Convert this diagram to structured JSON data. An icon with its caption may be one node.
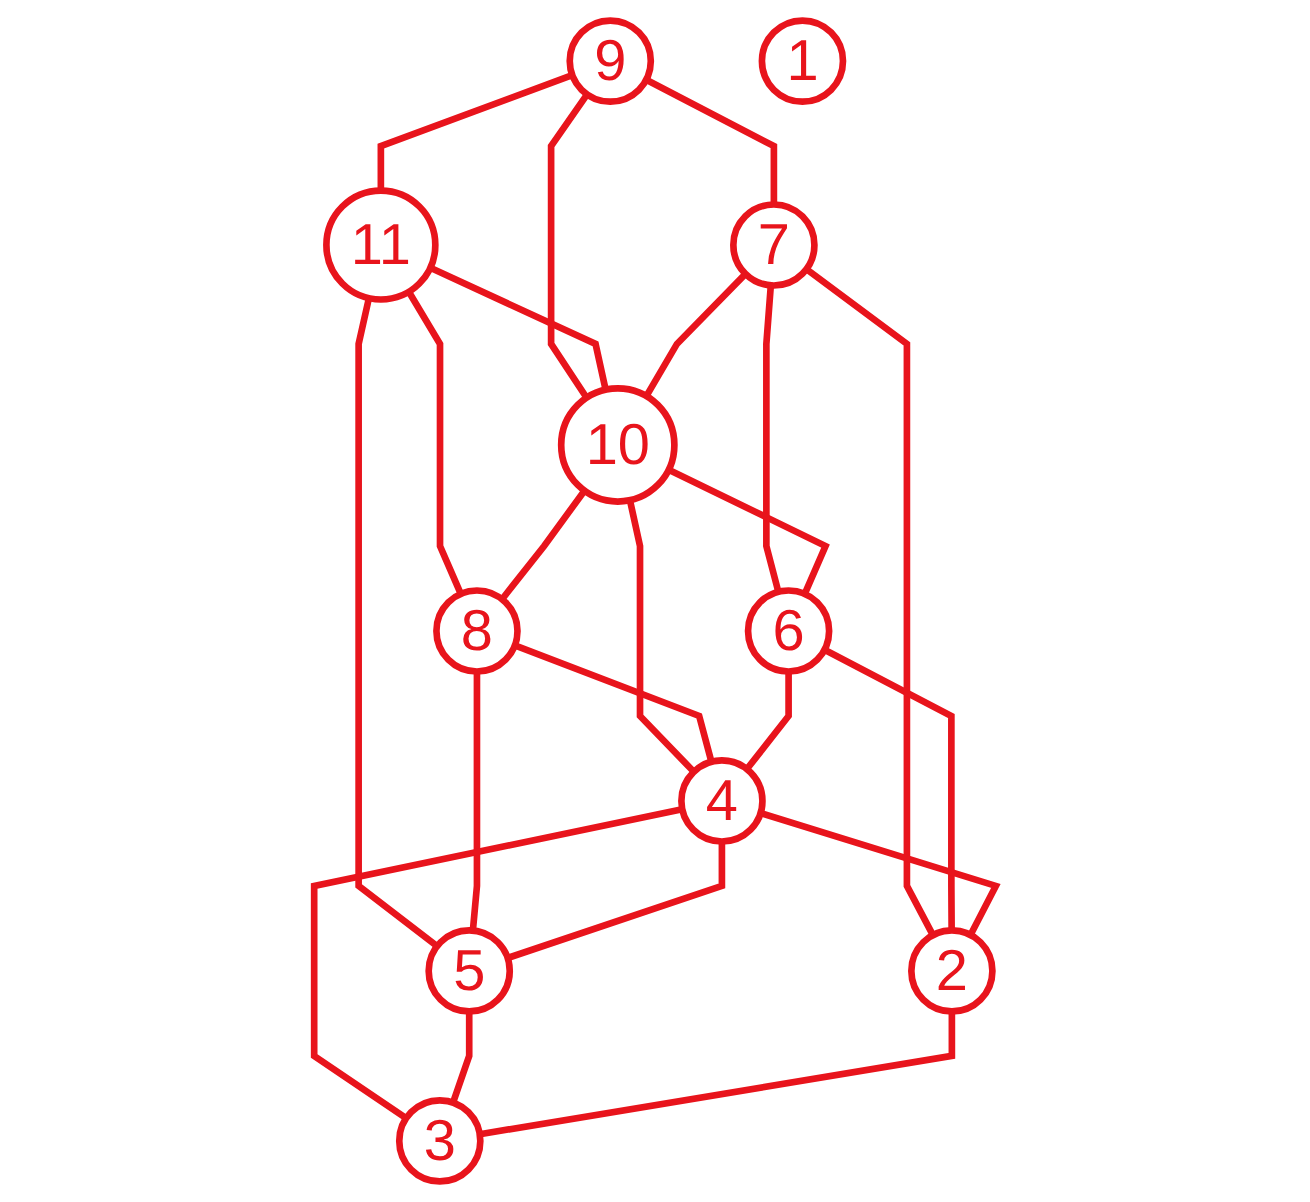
{
  "diagram": {
    "nodes": [
      {
        "text": [
          "9"
        ]
      },
      {
        "text": [
          "11"
        ]
      },
      {
        "text": [
          "7"
        ]
      },
      {
        "text": [
          "10"
        ]
      },
      {
        "text": [
          "8"
        ]
      },
      {
        "text": [
          "6"
        ]
      },
      {
        "text": [
          "4"
        ]
      },
      {
        "text": [
          "5"
        ]
      },
      {
        "text": [
          "2"
        ]
      },
      {
        "text": [
          "3"
        ]
      },
      {
        "text": [
          "1"
        ]
      }
    ],
    "edges": [
      {
        "from": 0,
        "to": 1,
        "arrow": "none"
      },
      {
        "from": 0,
        "to": 2,
        "arrow": "none"
      },
      {
        "from": 0,
        "to": 3,
        "arrow": "none"
      },
      {
        "from": 1,
        "to": 3,
        "arrow": "none"
      },
      {
        "from": 1,
        "to": 4,
        "arrow": "none"
      },
      {
        "from": 1,
        "to": 7,
        "arrow": "none"
      },
      {
        "from": 2,
        "to": 3,
        "arrow": "none"
      },
      {
        "from": 2,
        "to": 5,
        "arrow": "none"
      },
      {
        "from": 2,
        "to": 8,
        "arrow": "none"
      },
      {
        "from": 3,
        "to": 4,
        "arrow": "none"
      },
      {
        "from": 3,
        "to": 6,
        "arrow": "none"
      },
      {
        "from": 3,
        "to": 5,
        "arrow": "none"
      },
      {
        "from": 4,
        "to": 6,
        "arrow": "none"
      },
      {
        "from": 4,
        "to": 7,
        "arrow": "none"
      },
      {
        "from": 5,
        "to": 6,
        "arrow": "none"
      },
      {
        "from": 5,
        "to": 8,
        "arrow": "none"
      },
      {
        "from": 6,
        "to": 7,
        "arrow": "none"
      },
      {
        "from": 6,
        "to": 8,
        "arrow": "none"
      },
      {
        "from": 6,
        "to": 9,
        "arrow": "none"
      },
      {
        "from": 7,
        "to": 9,
        "arrow": "none"
      },
      {
        "from": 8,
        "to": 9,
        "arrow": "none"
      }
    ]
  }
}
